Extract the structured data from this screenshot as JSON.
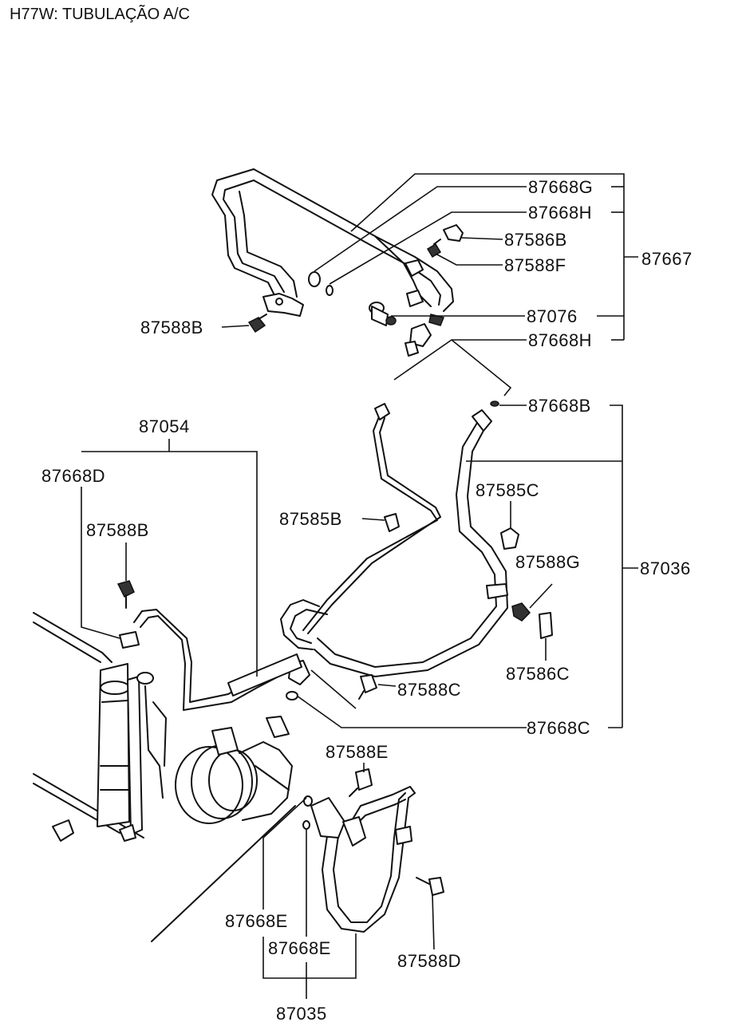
{
  "title": "H77W: TUBULAÇÃO A/C",
  "labels": {
    "p87668G": "87668G",
    "p87668H_top": "87668H",
    "p87586B": "87586B",
    "p87588F": "87588F",
    "p87667": "87667",
    "p87076": "87076",
    "p87588B_top": "87588B",
    "p87668H_mid": "87668H",
    "p87668B": "87668B",
    "p87054": "87054",
    "p87668D": "87668D",
    "p87588B_left": "87588B",
    "p87585C": "87585C",
    "p87585B": "87585B",
    "p87588G": "87588G",
    "p87036": "87036",
    "p87586C": "87586C",
    "p87588C": "87588C",
    "p87668C": "87668C",
    "p87588E": "87588E",
    "p87668E_a": "87668E",
    "p87668E_b": "87668E",
    "p87588D": "87588D",
    "p87035": "87035"
  }
}
